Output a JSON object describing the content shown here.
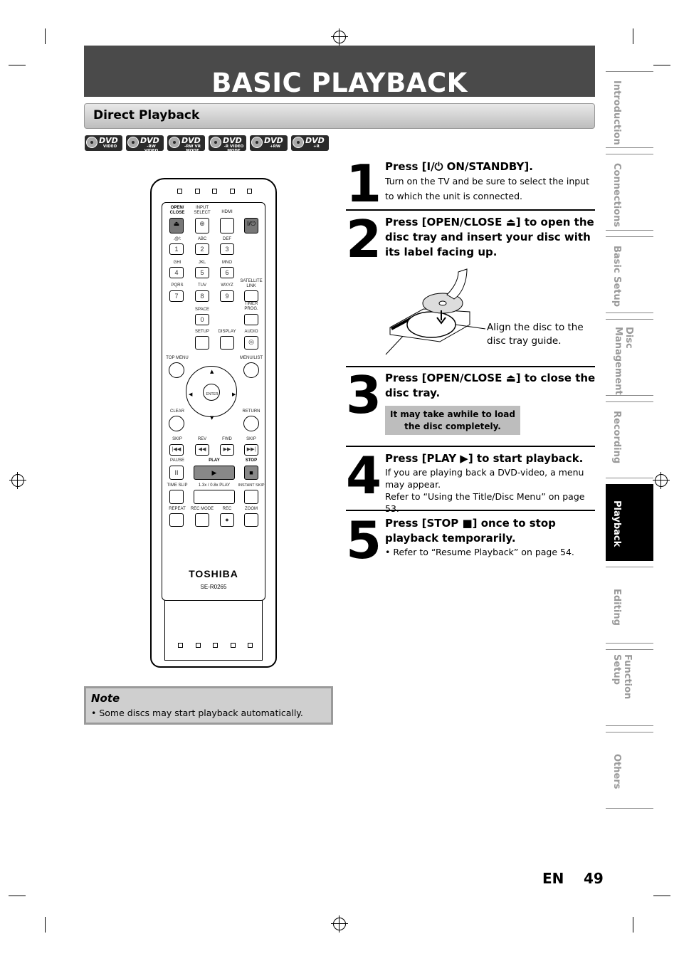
{
  "header": {
    "title": "BASIC PLAYBACK",
    "section": "Direct Playback"
  },
  "disc_badges": [
    {
      "label": "DVD",
      "sub": "VIDEO"
    },
    {
      "label": "DVD",
      "sub": "-RW VIDEO MODE"
    },
    {
      "label": "DVD",
      "sub": "-RW VR MODE"
    },
    {
      "label": "DVD",
      "sub": "-R VIDEO MODE"
    },
    {
      "label": "DVD",
      "sub": "+RW"
    },
    {
      "label": "DVD",
      "sub": "+R"
    }
  ],
  "remote": {
    "brand": "TOSHIBA",
    "model": "SE-R0265",
    "labels": {
      "open_close": "OPEN/ CLOSE",
      "input_select": "INPUT SELECT",
      "hdmi": "HDMI",
      "symbols": ".@/:",
      "abc": "ABC",
      "def": "DEF",
      "ghi": "GHI",
      "jkl": "JKL",
      "mno": "MNO",
      "pqrs": "PQRS",
      "tuv": "TUV",
      "wxyz": "WXYZ",
      "satellite_link": "SATELLITE LINK",
      "timer_prog": "TIMER PROG.",
      "space": "SPACE",
      "setup": "SETUP",
      "display": "DISPLAY",
      "audio": "AUDIO",
      "top_menu": "TOP MENU",
      "menu_list": "MENU/LIST",
      "enter": "ENTER",
      "clear": "CLEAR",
      "return": "RETURN",
      "skip_l": "SKIP",
      "rev": "REV",
      "fwd": "FWD",
      "skip_r": "SKIP",
      "pause": "PAUSE",
      "play": "PLAY",
      "stop": "STOP",
      "time_slip": "TIME SLIP",
      "speed_play": "1.3x / 0.8x PLAY",
      "instant_skip": "INSTANT SKIP",
      "repeat": "REPEAT",
      "rec_mode": "REC MODE",
      "rec": "REC",
      "zoom": "ZOOM"
    },
    "digits": [
      "1",
      "2",
      "3",
      "4",
      "5",
      "6",
      "7",
      "8",
      "9",
      "0"
    ]
  },
  "steps": [
    {
      "number": "1",
      "heading": "Press [I/⏻ ON/STANDBY].",
      "body": "Turn on the TV and be sure to select the input to which the unit is connected."
    },
    {
      "number": "2",
      "heading": "Press [OPEN/CLOSE ⏏] to open the disc tray and insert your disc with its label facing up.",
      "figure_caption": "Align the disc to the disc tray guide."
    },
    {
      "number": "3",
      "heading": "Press [OPEN/CLOSE ⏏] to close the disc tray.",
      "callout": "It may take awhile to load the disc completely."
    },
    {
      "number": "4",
      "heading": "Press [PLAY ▶] to start playback.",
      "body": "If you are playing back a DVD-video, a menu may appear.",
      "body2": "Refer to “Using the Title/Disc Menu” on page 53."
    },
    {
      "number": "5",
      "heading": "Press [STOP ■] once to stop playback temporarily.",
      "body": "• Refer to “Resume Playback” on page 54."
    }
  ],
  "note": {
    "title": "Note",
    "text": "•  Some discs may start playback automatically."
  },
  "side_tabs": [
    {
      "label": "Introduction",
      "active": false
    },
    {
      "label": "Connections",
      "active": false
    },
    {
      "label": "Basic Setup",
      "active": false
    },
    {
      "label": "Disc Management",
      "active": false
    },
    {
      "label": "Recording",
      "active": false
    },
    {
      "label": "Playback",
      "active": true
    },
    {
      "label": "Editing",
      "active": false
    },
    {
      "label": "Function Setup",
      "active": false
    },
    {
      "label": "Others",
      "active": false
    }
  ],
  "footer": {
    "lang": "EN",
    "page": "49"
  }
}
